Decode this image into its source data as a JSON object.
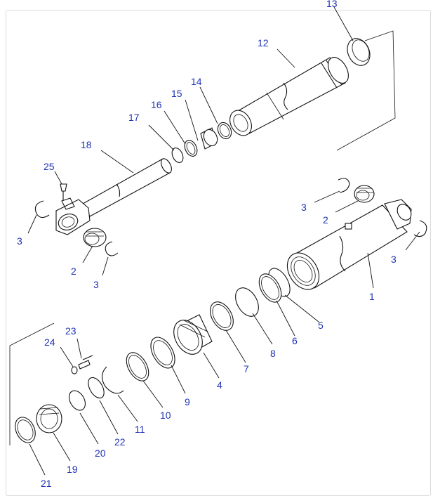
{
  "diagram": {
    "label_color": "#1f33b5",
    "line_color": "#111111",
    "callouts": [
      "1",
      "2",
      "3",
      "4",
      "5",
      "6",
      "7",
      "8",
      "9",
      "10",
      "11",
      "12",
      "13",
      "14",
      "15",
      "16",
      "17",
      "18",
      "19",
      "20",
      "21",
      "22",
      "23",
      "24",
      "25"
    ],
    "labels": {
      "p1": "1",
      "p2a": "2",
      "p2b": "2",
      "p3a": "3",
      "p3b": "3",
      "p3c": "3",
      "p3d": "3",
      "p4": "4",
      "p5": "5",
      "p6": "6",
      "p7": "7",
      "p8": "8",
      "p9": "9",
      "p10": "10",
      "p11": "11",
      "p12": "12",
      "p13": "13",
      "p14": "14",
      "p15": "15",
      "p16": "16",
      "p17": "17",
      "p18": "18",
      "p19": "19",
      "p20": "20",
      "p21": "21",
      "p22": "22",
      "p23": "23",
      "p24": "24",
      "p25": "25"
    }
  }
}
